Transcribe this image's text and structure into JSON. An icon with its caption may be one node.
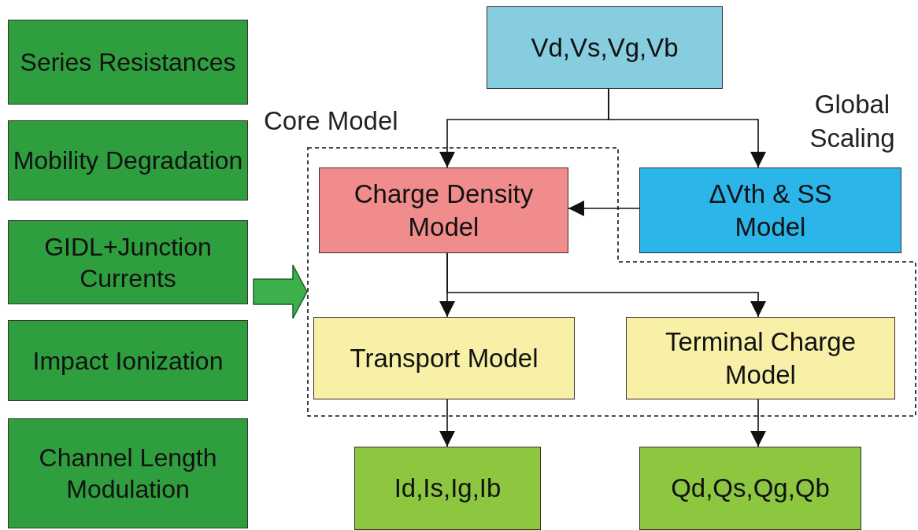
{
  "diagram": {
    "nodes": [
      {
        "text": [
          "Series Resistances"
        ]
      },
      {
        "text": [
          "Mobility Degradation"
        ]
      },
      {
        "text": [
          "GIDL+Junction Currents"
        ]
      },
      {
        "text": [
          "Impact Ionization"
        ]
      },
      {
        "text": [
          "Channel Length Modulation"
        ]
      },
      {
        "text": [
          "Vd,Vs,Vg,Vb"
        ]
      },
      {
        "text": [
          "Core Model"
        ]
      },
      {
        "text": [
          "Charge Density Model"
        ],
        "in": 6
      },
      {
        "text": [
          "ΔVth & SS Model"
        ],
        "beside": [
          "Global Scaling"
        ]
      },
      {
        "text": [
          "Transport Model"
        ],
        "in": 6
      },
      {
        "text": [
          "Terminal Charge Model"
        ],
        "in": 6
      },
      {
        "text": [
          "Id,Is,Ig,Ib"
        ]
      },
      {
        "text": [
          "Qd,Qs,Qg,Qb"
        ]
      }
    ],
    "edges": [
      {
        "from": 5,
        "to": 7,
        "arrow": "to"
      },
      {
        "from": 5,
        "to": 8,
        "arrow": "to"
      },
      {
        "from": 8,
        "to": 7,
        "arrow": "to"
      },
      {
        "from": 7,
        "to": 9,
        "arrow": "to"
      },
      {
        "from": 7,
        "to": 10,
        "arrow": "to"
      },
      {
        "from": 9,
        "to": 11,
        "arrow": "to"
      },
      {
        "from": 10,
        "to": 12,
        "arrow": "to"
      },
      {
        "from": null,
        "to": 6,
        "arrow": "to",
        "style": "thick",
        "color": "#3cb04a"
      }
    ]
  }
}
